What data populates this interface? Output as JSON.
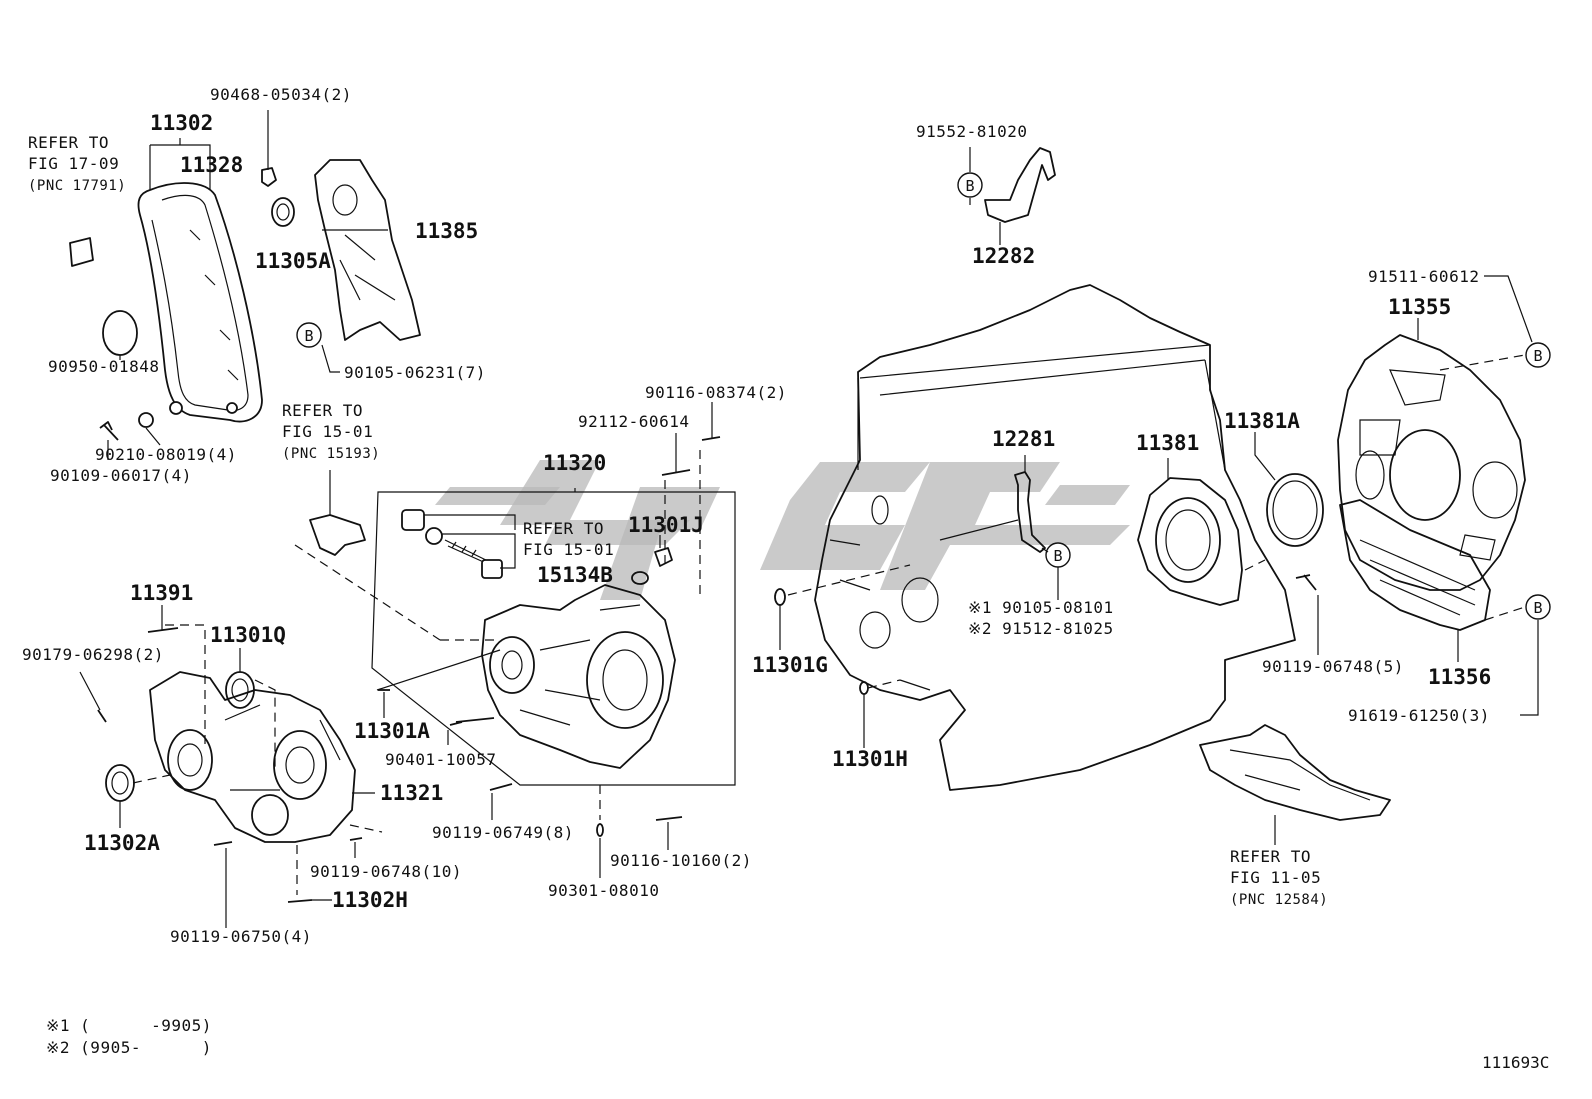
{
  "diagram_id": "111693C",
  "reference_callouts": {
    "ref_17_09": [
      "REFER TO",
      "FIG 17-09",
      "(PNC 17791)"
    ],
    "ref_15_01_left": [
      "REFER TO",
      "FIG 15-01",
      "(PNC 15193)"
    ],
    "ref_15_01_inner": [
      "REFER TO",
      "FIG 15-01"
    ],
    "ref_11_05": [
      "REFER TO",
      "FIG 11-05",
      "(PNC 12584)"
    ]
  },
  "part_labels": {
    "p90468": "90468-05034(2)",
    "p11302": "11302",
    "p11328": "11328",
    "p11305a": "11305A",
    "p11385": "11385",
    "p90105_06231": "90105-06231(7)",
    "p90950": "90950-01848",
    "p90210": "90210-08019(4)",
    "p90109": "90109-06017(4)",
    "p90116_08374": "90116-08374(2)",
    "p92112": "92112-60614",
    "p11320": "11320",
    "p11301j": "11301J",
    "p15134b": "15134B",
    "p11391": "11391",
    "p90179": "90179-06298(2)",
    "p11301q": "11301Q",
    "p11301a": "11301A",
    "p90401": "90401-10057",
    "p11321": "11321",
    "p11302a": "11302A",
    "p90119_06749": "90119-06749(8)",
    "p90119_06748_10": "90119-06748(10)",
    "p11302h": "11302H",
    "p90119_06750": "90119-06750(4)",
    "p90116_10160": "90116-10160(2)",
    "p90301": "90301-08010",
    "p91552": "91552-81020",
    "p12282": "12282",
    "p12281": "12281",
    "p11381": "11381",
    "p11381a": "11381A",
    "p11301g": "11301G",
    "p11301h": "11301H",
    "p90105_08101": "※1 90105-08101",
    "p91512": "※2 91512-81025",
    "p91511": "91511-60612",
    "p11355": "11355",
    "p90119_06748_5": "90119-06748(5)",
    "p11356": "11356",
    "p91619": "91619-61250(3)"
  },
  "tag_letter": "B",
  "footnotes": {
    "note1": "※1 (      -9905)",
    "note2": "※2 (9905-      )"
  }
}
